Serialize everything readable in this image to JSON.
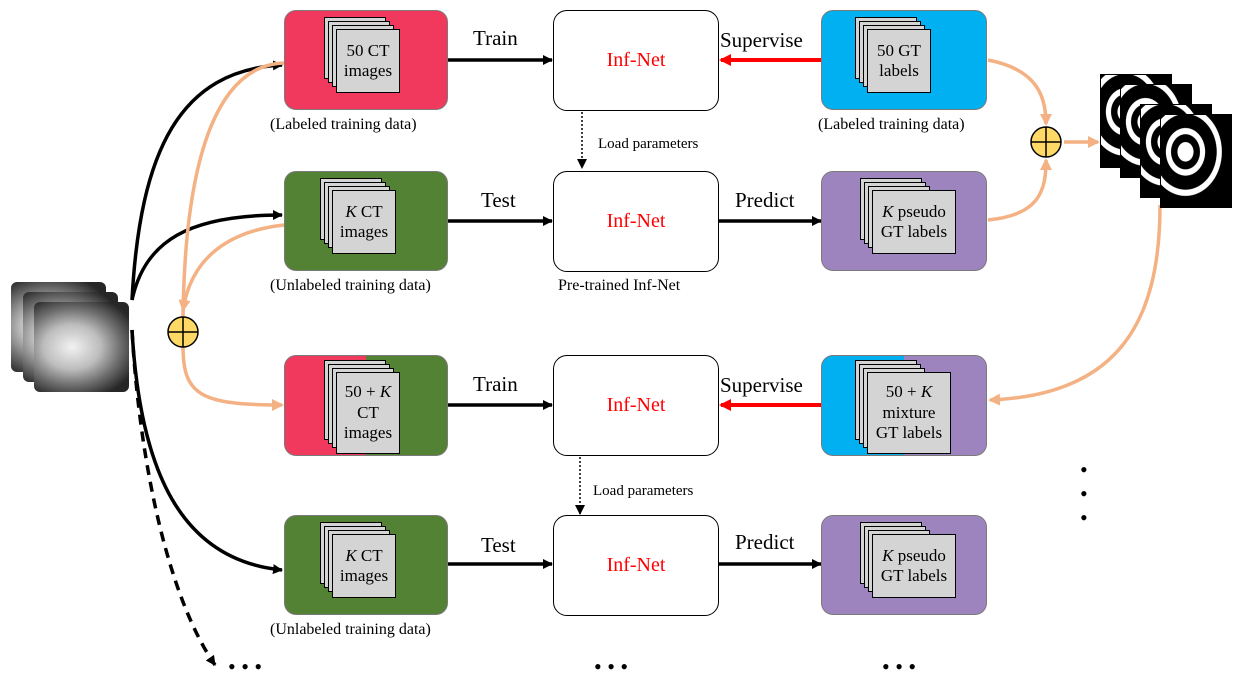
{
  "colors": {
    "red_box": "#f0395c",
    "green_box": "#548235",
    "blue_box": "#00b0f0",
    "purple_box": "#9e84bf",
    "arrow_orange": "#f4b183",
    "supervise_red": "#ff0000",
    "net_text": "#ff0000",
    "plus_fill": "#ffd966"
  },
  "stage1": {
    "train_images": [
      "50 CT",
      "images"
    ],
    "train_caption": "(Labeled training data)",
    "train_label": "Train",
    "net": "Inf-Net",
    "supervise_label": "Supervise",
    "gt_labels": [
      "50 GT",
      "labels"
    ],
    "gt_caption": "(Labeled training data)",
    "load_params": "Load parameters"
  },
  "stage2": {
    "test_images": [
      "K CT",
      "images"
    ],
    "test_caption": "(Unlabeled training data)",
    "test_label": "Test",
    "net": "Inf-Net",
    "net_caption": "Pre-trained Inf-Net",
    "predict_label": "Predict",
    "pseudo_labels": [
      "K pseudo",
      "GT labels"
    ]
  },
  "stage3": {
    "train_images": [
      "50 + K",
      "CT",
      "images"
    ],
    "train_label": "Train",
    "net": "Inf-Net",
    "supervise_label": "Supervise",
    "mixture_labels": [
      "50 + K",
      "mixture",
      "GT labels"
    ],
    "load_params": "Load parameters"
  },
  "stage4": {
    "test_images": [
      "K CT",
      "images"
    ],
    "test_caption": "(Unlabeled training data)",
    "test_label": "Test",
    "net": "Inf-Net",
    "predict_label": "Predict",
    "pseudo_labels": [
      "K pseudo",
      "GT labels"
    ]
  },
  "ellipsis": "• • •",
  "vertical_ellipsis": "•\n•\n•"
}
